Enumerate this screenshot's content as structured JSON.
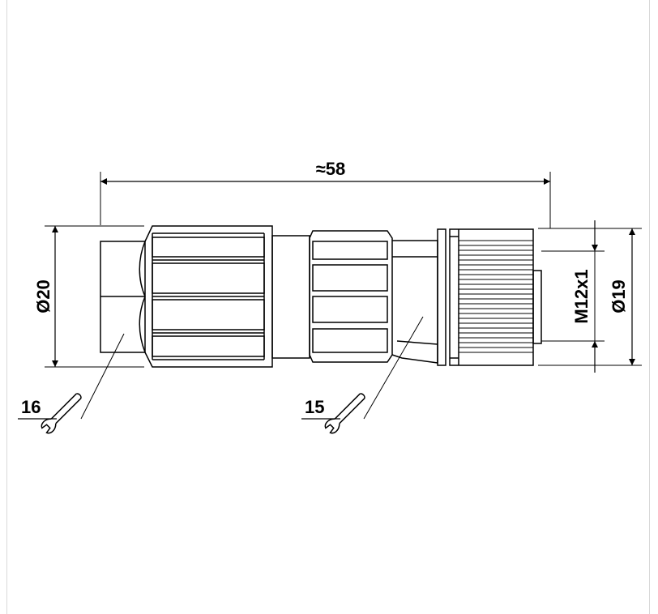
{
  "dimensions": {
    "length": "≈58",
    "diameter_body": "Ø20",
    "thread": "M12x1",
    "diameter_nut": "Ø19"
  },
  "callouts": {
    "left": "16",
    "right": "15"
  }
}
